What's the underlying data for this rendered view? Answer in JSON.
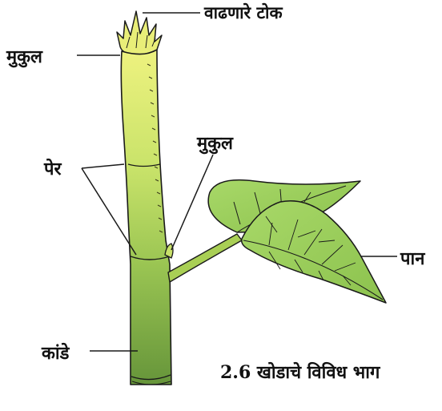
{
  "labels": {
    "growing_tip": "वाढणारे टोक",
    "bud_top": "मुकुल",
    "node": "पेर",
    "bud_axillary": "मुकुल",
    "leaf": "पान",
    "internode": "कांडे"
  },
  "caption": "2.6 खोडाचे विविध भाग",
  "colors": {
    "stem_top": "#e8ee7a",
    "stem_mid": "#a9cf55",
    "stem_bottom": "#6f9e3c",
    "leaf_fill": "#9fd05a",
    "outline": "#1a1a1a"
  }
}
